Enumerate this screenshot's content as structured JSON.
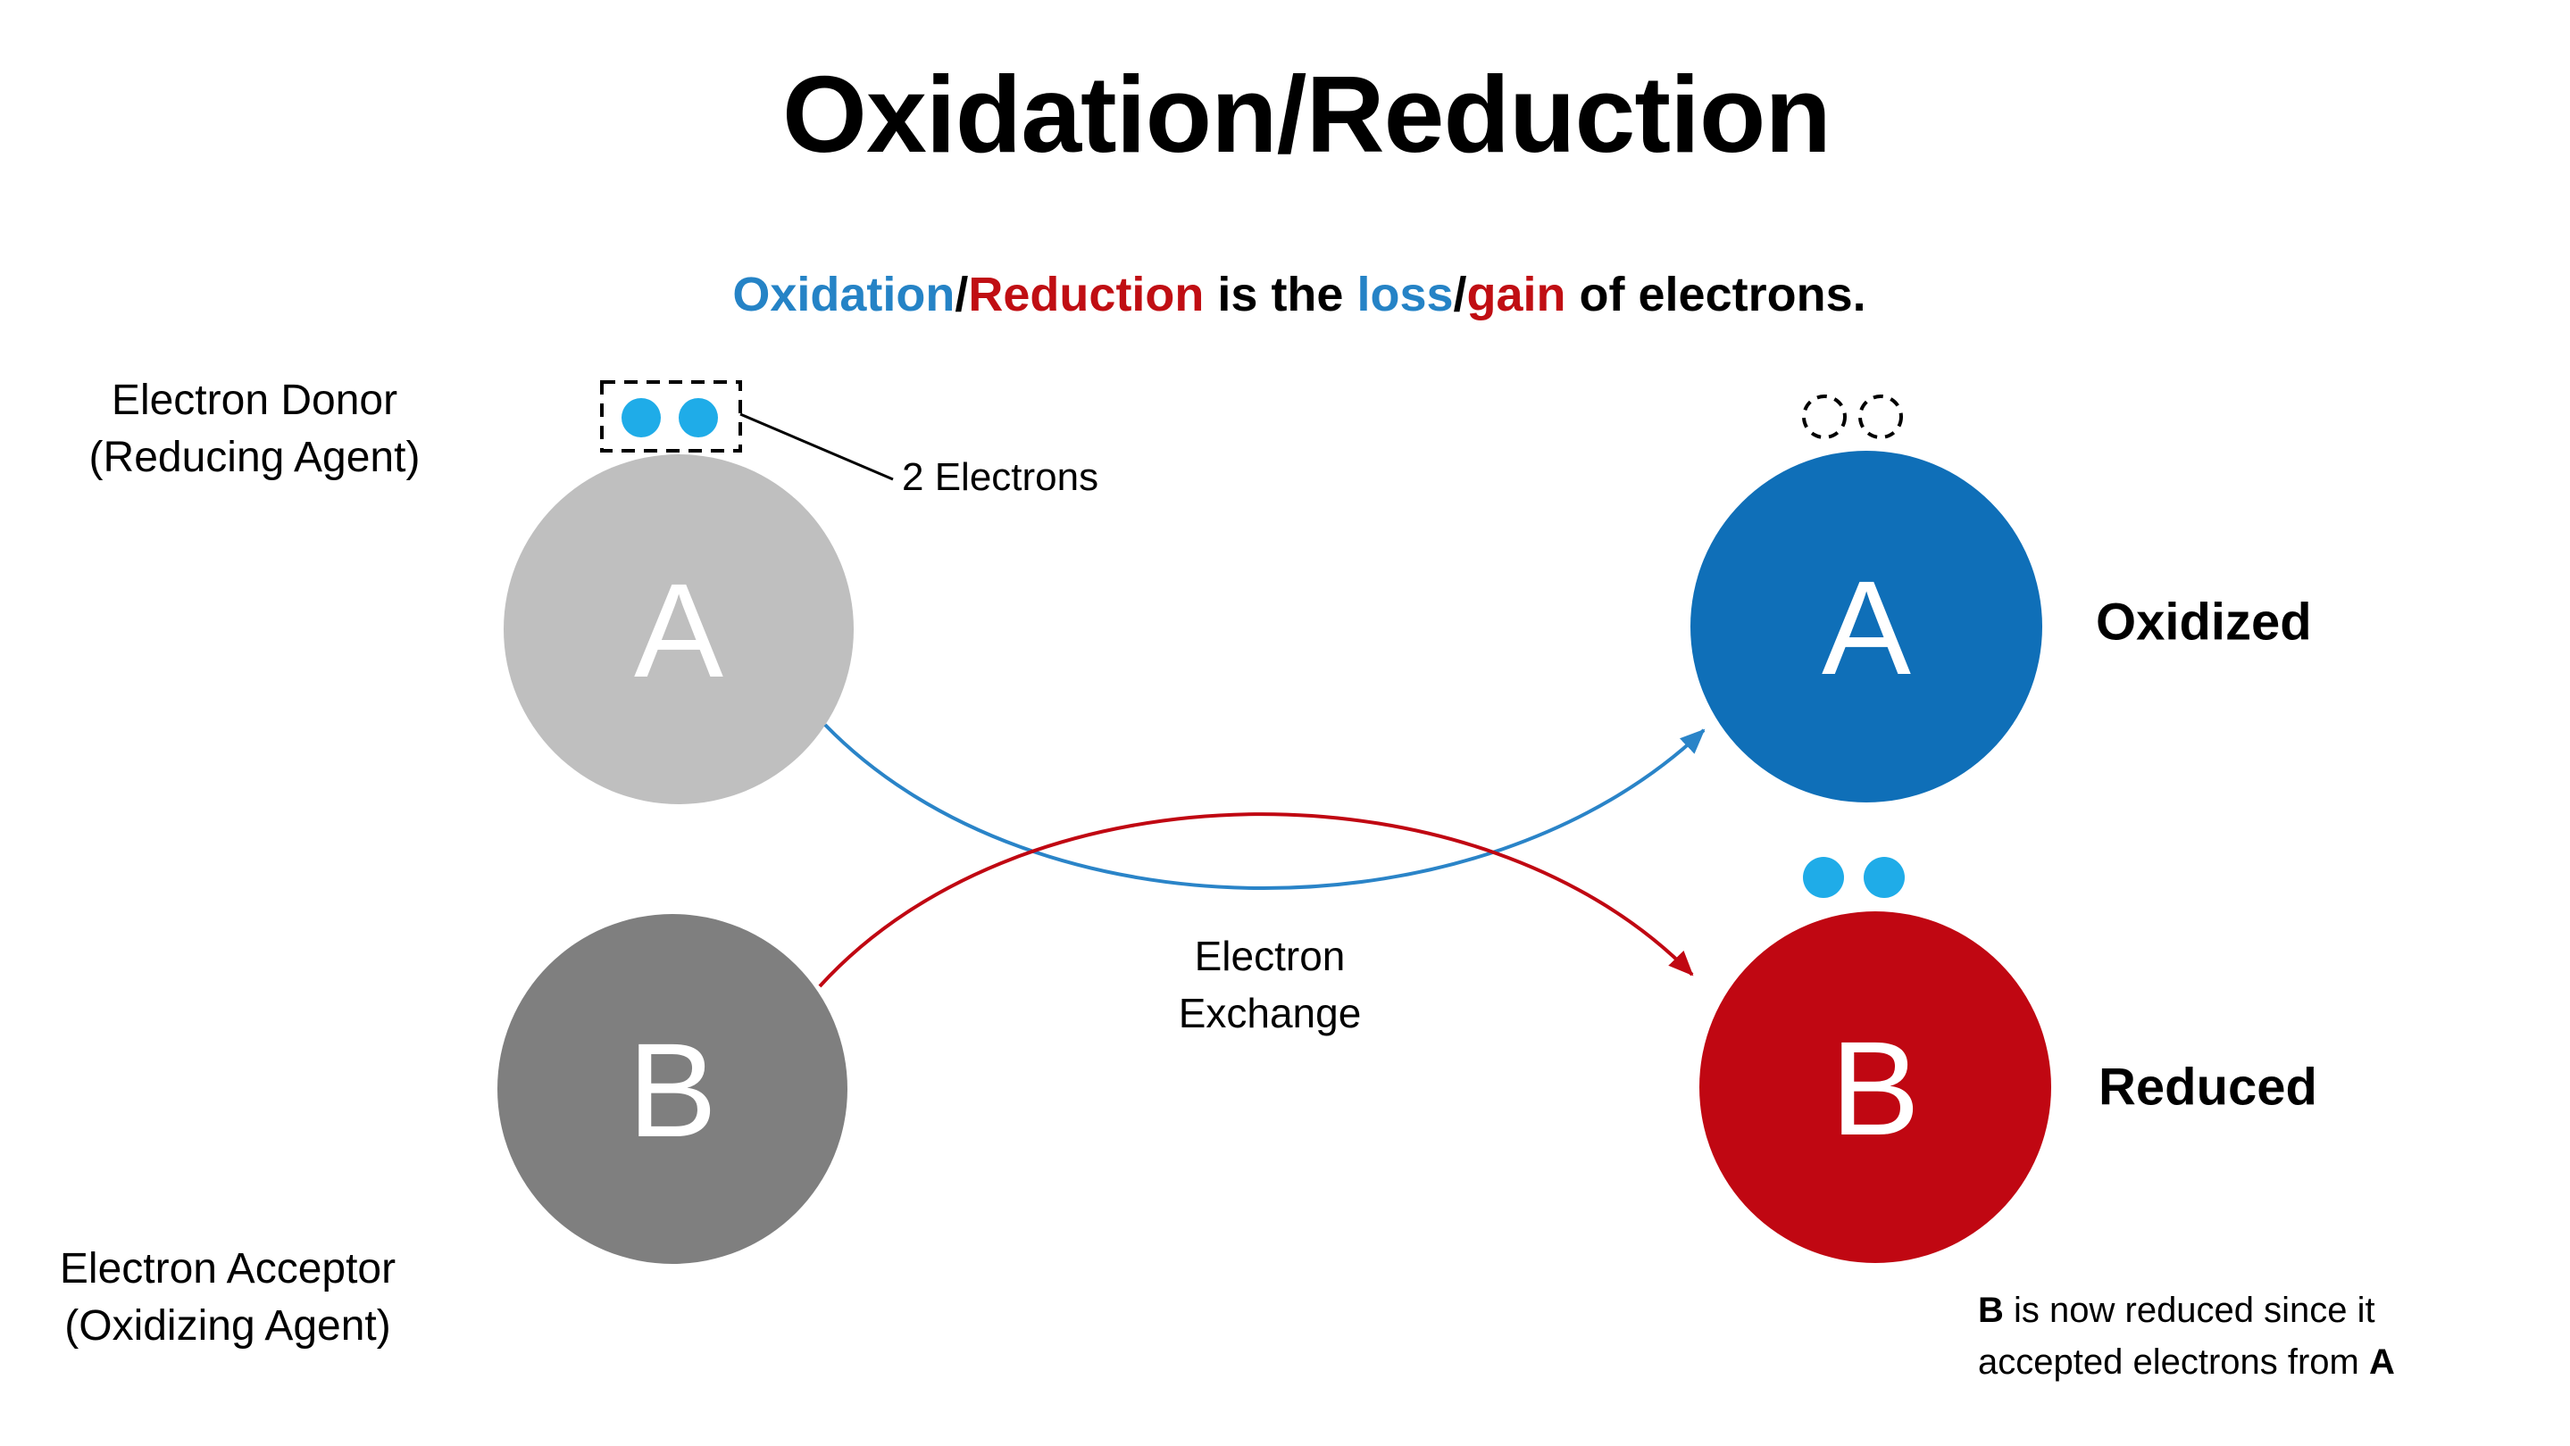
{
  "title": "Oxidation/Reduction",
  "subtitle": {
    "segments": [
      {
        "text": "Oxidation"
      },
      {
        "text": "/"
      },
      {
        "text": "Reduction"
      },
      {
        "text": " is the "
      },
      {
        "text": "loss"
      },
      {
        "text": "/"
      },
      {
        "text": "gain"
      },
      {
        "text": " of electrons."
      }
    ]
  },
  "left": {
    "donor_label_line1": "Electron Donor",
    "donor_label_line2": "(Reducing Agent)",
    "acceptor_label_line1": "Electron Acceptor",
    "acceptor_label_line2": "(Oxidizing Agent)",
    "electrons_callout": "2 Electrons",
    "electron_count": 2,
    "circle_a_letter": "A",
    "circle_b_letter": "B"
  },
  "center": {
    "exchange_label_line1": "Electron",
    "exchange_label_line2": "Exchange"
  },
  "right": {
    "circle_a_letter": "A",
    "circle_b_letter": "B",
    "oxidized_label": "Oxidized",
    "reduced_label": "Reduced",
    "caption_line1_bold": "B",
    "caption_line1_rest": " is now reduced since it",
    "caption_line2_rest": "accepted electrons from ",
    "caption_line2_bold": "A"
  },
  "colors": {
    "background": "#FFFFFF",
    "text_black": "#000000",
    "accent_blue_text": "#2583C6",
    "accent_red_text": "#C00E13",
    "electron_dot_blue": "#1FACE8",
    "circle_a_gray": "#BFBFBF",
    "circle_b_gray": "#7F7F7F",
    "circle_a_blue": "#0F6FB8",
    "circle_b_red": "#C00712",
    "arrow_blue": "#2A84C8",
    "arrow_red": "#C00712"
  }
}
